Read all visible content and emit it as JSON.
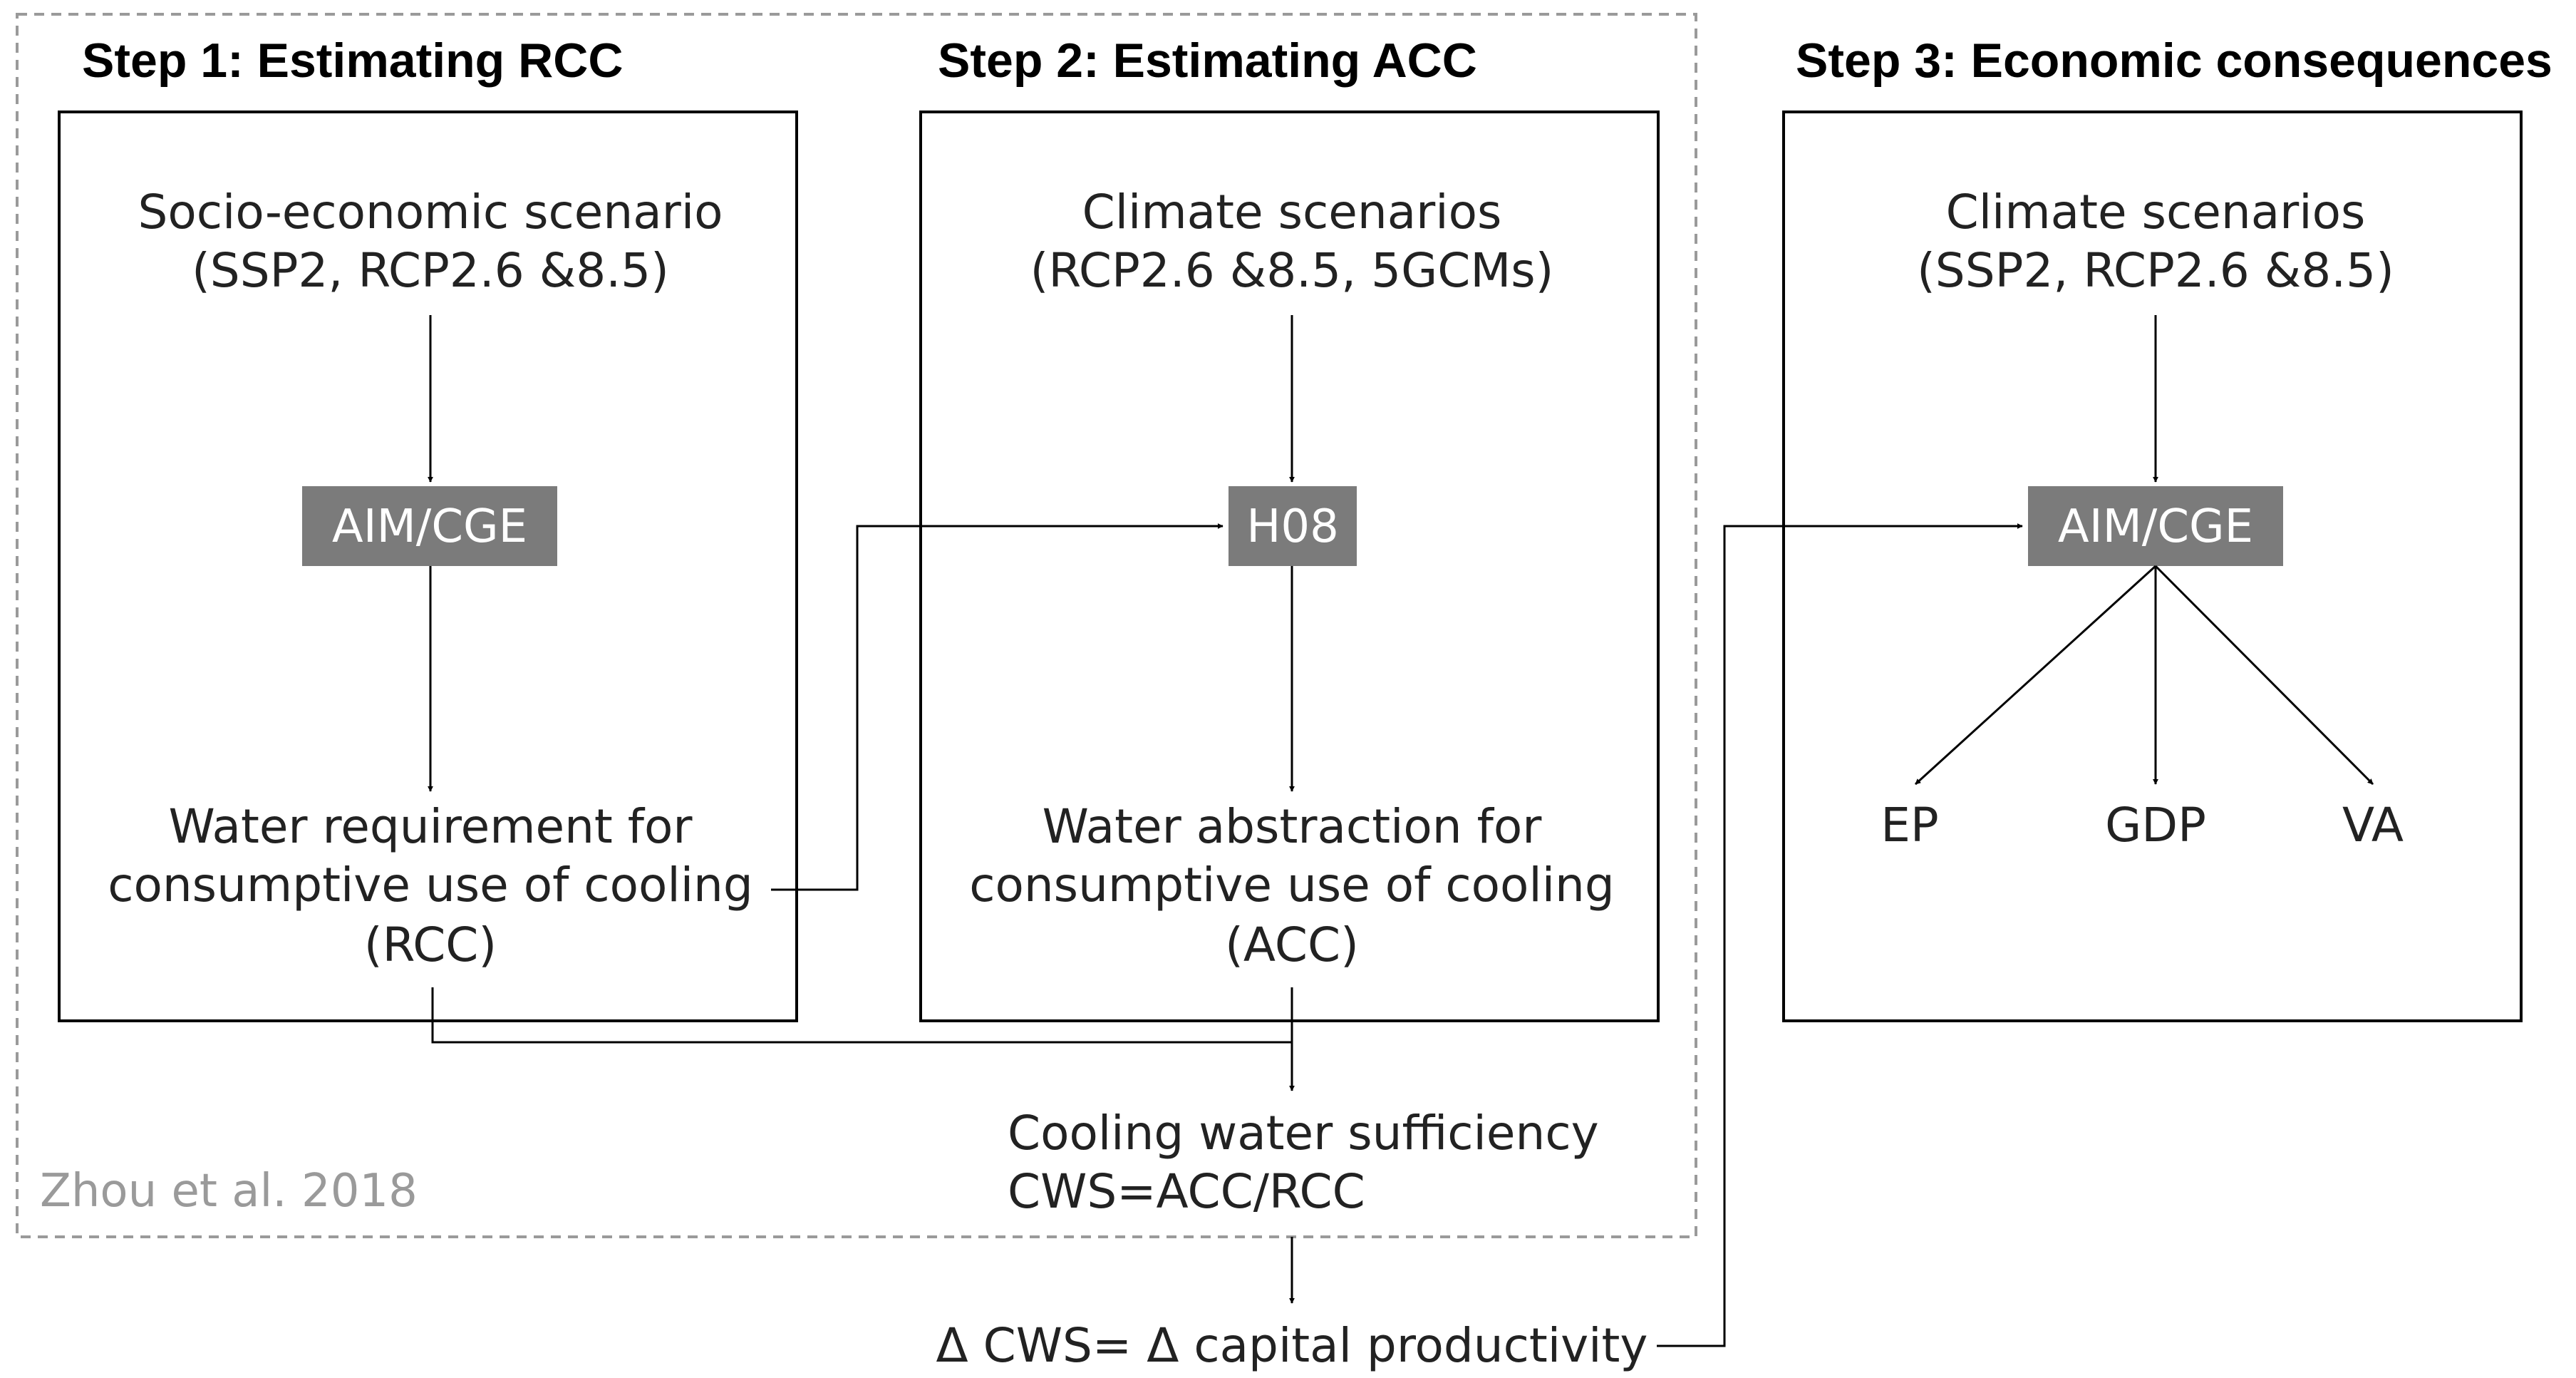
{
  "step1": {
    "heading": "Step 1: Estimating RCC",
    "scenario_line1": "Socio-economic scenario",
    "scenario_line2": "(SSP2, RCP2.6 &8.5)",
    "model": "AIM/CGE",
    "output_line1": "Water requirement for",
    "output_line2": "consumptive use of cooling",
    "output_line3": "(RCC)"
  },
  "step2": {
    "heading": "Step 2: Estimating ACC",
    "scenario_line1": "Climate scenarios",
    "scenario_line2": "(RCP2.6 &8.5, 5GCMs)",
    "model": "H08",
    "output_line1": "Water abstraction for",
    "output_line2": "consumptive use of cooling",
    "output_line3": "(ACC)"
  },
  "step3": {
    "heading": "Step 3: Economic consequences",
    "scenario_line1": "Climate scenarios",
    "scenario_line2": "(SSP2, RCP2.6 &8.5)",
    "model": "AIM/CGE",
    "outputs": [
      "EP",
      "GDP",
      "VA"
    ]
  },
  "sufficiency": {
    "line1": "Cooling water sufficiency",
    "line2": "CWS=ACC/RCC"
  },
  "delta": "Δ CWS= Δ capital productivity",
  "citation": "Zhou et al. 2018",
  "colors": {
    "model_box": "#7b7b7b",
    "frame": "#9a9a9a",
    "citation": "#9a9a9a"
  }
}
